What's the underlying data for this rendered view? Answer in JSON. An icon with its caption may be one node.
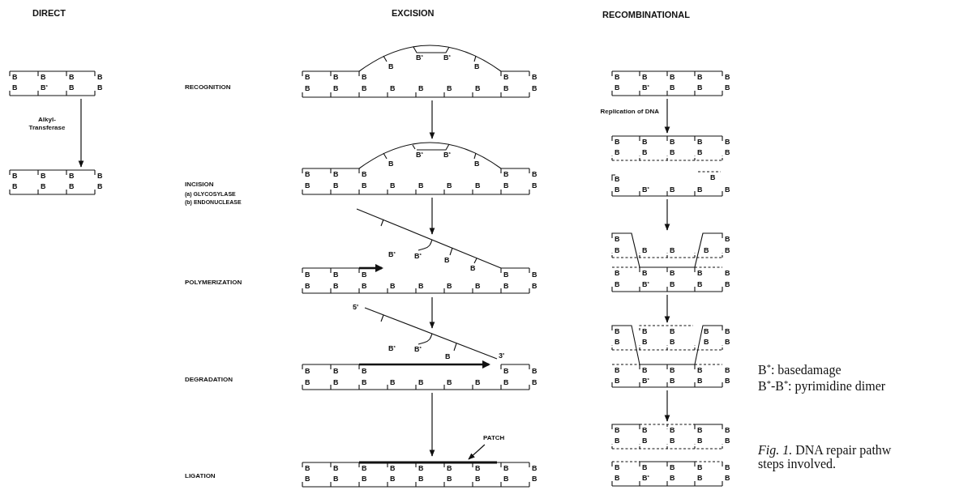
{
  "diagram": {
    "caption": "*Fig. 1.* DNA repair pathw steps involved.",
    "nodes": [
      {
        "text": [
          "B",
          "B",
          "B",
          "B",
          "B",
          "B$^{*}$",
          "B",
          "B"
        ]
      },
      {
        "text": [
          "B",
          "B",
          "B",
          "B",
          "B",
          "B",
          "B",
          "B"
        ]
      },
      {
        "text": [
          "B$^{*}$",
          "B$^{*}$",
          "B",
          "B",
          "B",
          "B",
          "B",
          "B",
          "B",
          "B",
          "B",
          "B",
          "B",
          "B",
          "B",
          "B",
          "B",
          "B"
        ]
      },
      {
        "text": [
          "B$^{*}$",
          "B$^{*}$",
          "B",
          "B",
          "B",
          "B",
          "B",
          "B",
          "B",
          "B",
          "B",
          "B",
          "B",
          "B",
          "B",
          "B",
          "B",
          "B"
        ]
      },
      {
        "text": [
          "B$^{*}$",
          "B$^{*}$",
          "B",
          "B",
          "B",
          "B",
          "B",
          "B",
          "B",
          "B",
          "B",
          "B",
          "B",
          "B",
          "B",
          "B",
          "B",
          "B"
        ]
      },
      {
        "text": [
          "5'",
          "B$^{*}$",
          "B$^{*}$",
          "B",
          "3'",
          "B",
          "B",
          "B",
          "B",
          "B",
          "B",
          "B",
          "B",
          "B",
          "B",
          "B",
          "B",
          "B",
          "B"
        ]
      },
      {
        "text": [
          "B",
          "B",
          "B",
          "B",
          "B",
          "B",
          "B",
          "B",
          "B",
          "B",
          "B",
          "B",
          "B",
          "B",
          "B",
          "B",
          "B",
          "B"
        ]
      },
      {
        "text": [
          "PATCH"
        ]
      },
      {
        "text": [
          "B",
          "B",
          "B",
          "B",
          "B",
          "B",
          "B$^{*}$",
          "B",
          "B",
          "B"
        ]
      },
      {
        "text": [
          "B",
          "B",
          "B",
          "B",
          "B",
          "B",
          "B",
          "B",
          "B",
          "B",
          "B",
          "B",
          "B",
          "B$^{*}$",
          "B",
          "B",
          "B"
        ]
      },
      {
        "text": [
          "B",
          "B",
          "B",
          "B",
          "B",
          "B",
          "B",
          "B",
          "B",
          "B",
          "B",
          "B",
          "B",
          "B$^{*}$",
          "B",
          "B",
          "B"
        ]
      },
      {
        "text": [
          "B",
          "B",
          "B",
          "B",
          "B",
          "B",
          "B",
          "B",
          "B",
          "B",
          "B",
          "B",
          "B",
          "B",
          "B",
          "B",
          "B$^{*}$",
          "B",
          "B",
          "B"
        ]
      },
      {
        "text": [
          "B",
          "B",
          "B",
          "B",
          "B",
          "B",
          "B",
          "B",
          "B",
          "B",
          "B",
          "B",
          "B",
          "B",
          "B",
          "B",
          "B$^{*}$",
          "B",
          "B",
          "B"
        ]
      }
    ],
    "edges": [
      {
        "from": 0,
        "to": 1,
        "arrow": "to",
        "label": "Alkyl- Transferase"
      },
      {
        "from": 2,
        "to": 3,
        "arrow": "to"
      },
      {
        "from": 3,
        "to": 4,
        "arrow": "to"
      },
      {
        "from": 4,
        "to": 5,
        "arrow": "to"
      },
      {
        "from": 5,
        "to": 6,
        "arrow": "to"
      },
      {
        "from": 7,
        "to": 6,
        "arrow": "to"
      },
      {
        "from": 8,
        "to": 9,
        "arrow": "to",
        "label": "Replication of DNA"
      },
      {
        "from": 9,
        "to": 10,
        "arrow": "to"
      },
      {
        "from": 10,
        "to": 11,
        "arrow": "to"
      },
      {
        "from": 11,
        "to": 12,
        "arrow": "to"
      }
    ],
    "labels": [
      "DIRECT",
      "EXCISION",
      "RECOMBINATIONAL",
      "RECOGNITION",
      "INCISION",
      "(a) GLYCOSYLASE",
      "(b) ENDONUCLEASE",
      "POLYMERIZATION",
      "DEGRADATION",
      "LIGATION",
      "B$^{*}$: basedamage",
      "B$^{*}$-B$^{*}$: pyrimidine dimer"
    ]
  }
}
